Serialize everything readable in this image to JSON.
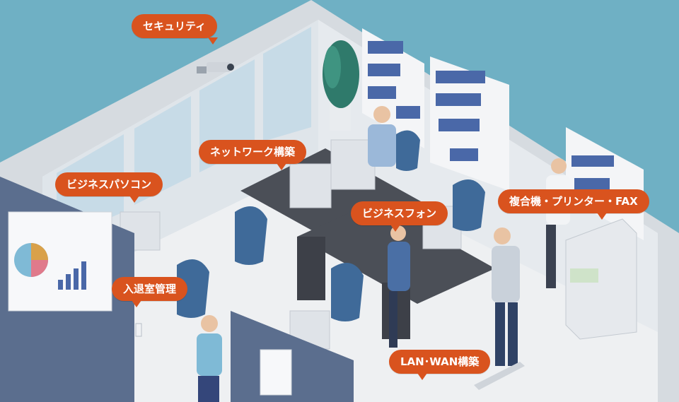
{
  "callouts": {
    "security": "セキュリティ",
    "network": "ネットワーク構築",
    "business_pc": "ビジネスパソコン",
    "business_phone": "ビジネスフォン",
    "mfp": "複合機・プリンター・FAX",
    "access_control": "入退室管理",
    "lan_wan": "LAN･WAN構築"
  },
  "colors": {
    "background": "#6fb0c4",
    "callout": "#d9531e",
    "floor": "#eef0f2",
    "desk": "#4b4f57",
    "chair": "#3f6a99",
    "shelf_binders": "#4a68a8",
    "wall_panel": "#5b6e8e"
  },
  "icons": [
    "security-camera-icon",
    "plant-icon",
    "pie-chart-icon",
    "bar-chart-icon"
  ]
}
